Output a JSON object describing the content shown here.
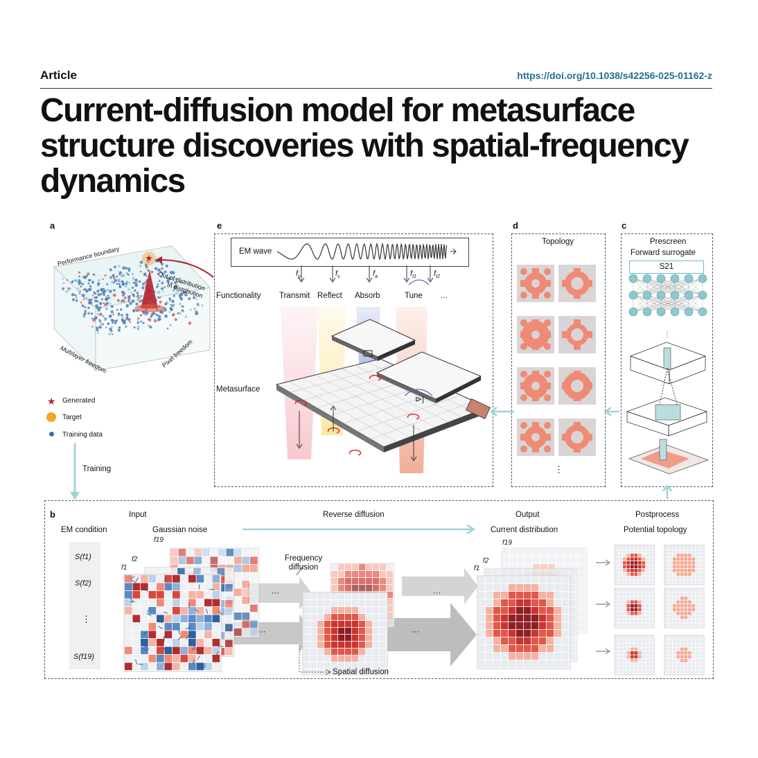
{
  "header": {
    "article_label": "Article",
    "doi": "https://doi.org/10.1038/s42256-025-01162-z"
  },
  "title": "Current-diffusion model for metasurface structure discoveries with spatial-frequency dynamics",
  "figure": {
    "panel_a": {
      "letter": "a",
      "performance_boundary": "Performance boundary",
      "out_of_distribution": "Out of distribution",
      "in_distribution": "In distribution",
      "multilayer_freedom": "Multilayer freedom",
      "pixel_freedom": "Pixel freedom",
      "legend": [
        {
          "label": "Generated",
          "color": "#b3232b",
          "icon": "star-icon"
        },
        {
          "label": "Target",
          "color": "#f5a623",
          "icon": "circle-icon"
        },
        {
          "label": "Training data",
          "color": "#3d6fa8",
          "icon": "dot-icon"
        }
      ],
      "training": "Training"
    },
    "panel_e": {
      "letter": "e",
      "em_wave": "EM wave",
      "functionality": "Functionality",
      "freq_labels": [
        "f",
        "f",
        "f",
        "f",
        "f"
      ],
      "freq_subs": [
        "p",
        "s",
        "a",
        "t1",
        "t2"
      ],
      "functions": [
        "Transmit",
        "Reflect",
        "Absorb",
        "Tune",
        "..."
      ],
      "metasurface": "Metasurface"
    },
    "panel_d": {
      "letter": "d",
      "title": "Topology",
      "ellipsis": "⋮"
    },
    "panel_c": {
      "letter": "c",
      "prescreen": "Prescreen",
      "forward_surrogate": "Forward surrogate",
      "s21": "S21"
    },
    "panel_b": {
      "letter": "b",
      "input": "Input",
      "reverse_diffusion": "Reverse diffusion",
      "output": "Output",
      "postprocess": "Postprocess",
      "em_condition": "EM condition",
      "gaussian_noise": "Gaussian noise",
      "current_distribution": "Current distribution",
      "potential_topology": "Potential topology",
      "conditions": [
        "S(f1)",
        "S(f2)",
        "⋮",
        "S(f19)"
      ],
      "frequency_diffusion": "Frequency diffusion",
      "spatial_diffusion": "Spatial diffusion",
      "f_labels": [
        "f19",
        "f2",
        "f1"
      ],
      "dots": "···"
    }
  },
  "colors": {
    "doi": "#1f6f93",
    "accent_red": "#d7473b",
    "accent_blue": "#3e6fb0",
    "teal_arrow": "#9fd3d6",
    "salmon": "#ef8a74"
  }
}
